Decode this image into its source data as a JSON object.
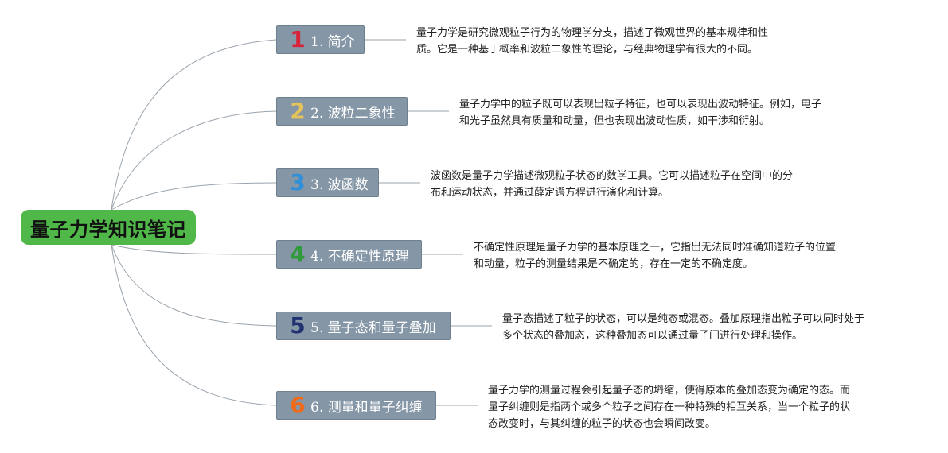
{
  "root": {
    "label": "量子力学知识笔记"
  },
  "topics": [
    {
      "number": "1",
      "label": "1. 简介",
      "badge_color": "#d8223a",
      "note": "量子力学是研究微观粒子行为的物理学分支，描述了微观世界的基本规律和性\n质。它是一种基于概率和波粒二象性的理论，与经典物理学有很大的不同。"
    },
    {
      "number": "2",
      "label": "2. 波粒二象性",
      "badge_color": "#e4c35a",
      "note": "量子力学中的粒子既可以表现出粒子特征，也可以表现出波动特征。例如，电子\n和光子虽然具有质量和动量，但也表现出波动性质，如干涉和衍射。"
    },
    {
      "number": "3",
      "label": "3. 波函数",
      "badge_color": "#2f8fd8",
      "note": "波函数是量子力学描述微观粒子状态的数学工具。它可以描述粒子在空间中的分\n布和运动状态，并通过薛定谔方程进行演化和计算。"
    },
    {
      "number": "4",
      "label": "4. 不确定性原理",
      "badge_color": "#2e9a3a",
      "note": "不确定性原理是量子力学的基本原理之一，它指出无法同时准确知道粒子的位置\n和动量，粒子的测量结果是不确定的，存在一定的不确定度。"
    },
    {
      "number": "5",
      "label": "5. 量子态和量子叠加",
      "badge_color": "#1f3170",
      "note": "量子态描述了粒子的状态，可以是纯态或混态。叠加原理指出粒子可以同时处于\n多个状态的叠加态，这种叠加态可以通过量子门进行处理和操作。"
    },
    {
      "number": "6",
      "label": "6. 测量和量子纠缠",
      "badge_color": "#f06a1a",
      "note": "量子力学的测量过程会引起量子态的坍缩，使得原本的叠加态变为确定的态。而\n量子纠缠则是指两个或多个粒子之间存在一种特殊的相互关系，当一个粒子的状\n态改变时，与其纠缠的粒子的状态也会瞬间改变。"
    }
  ]
}
